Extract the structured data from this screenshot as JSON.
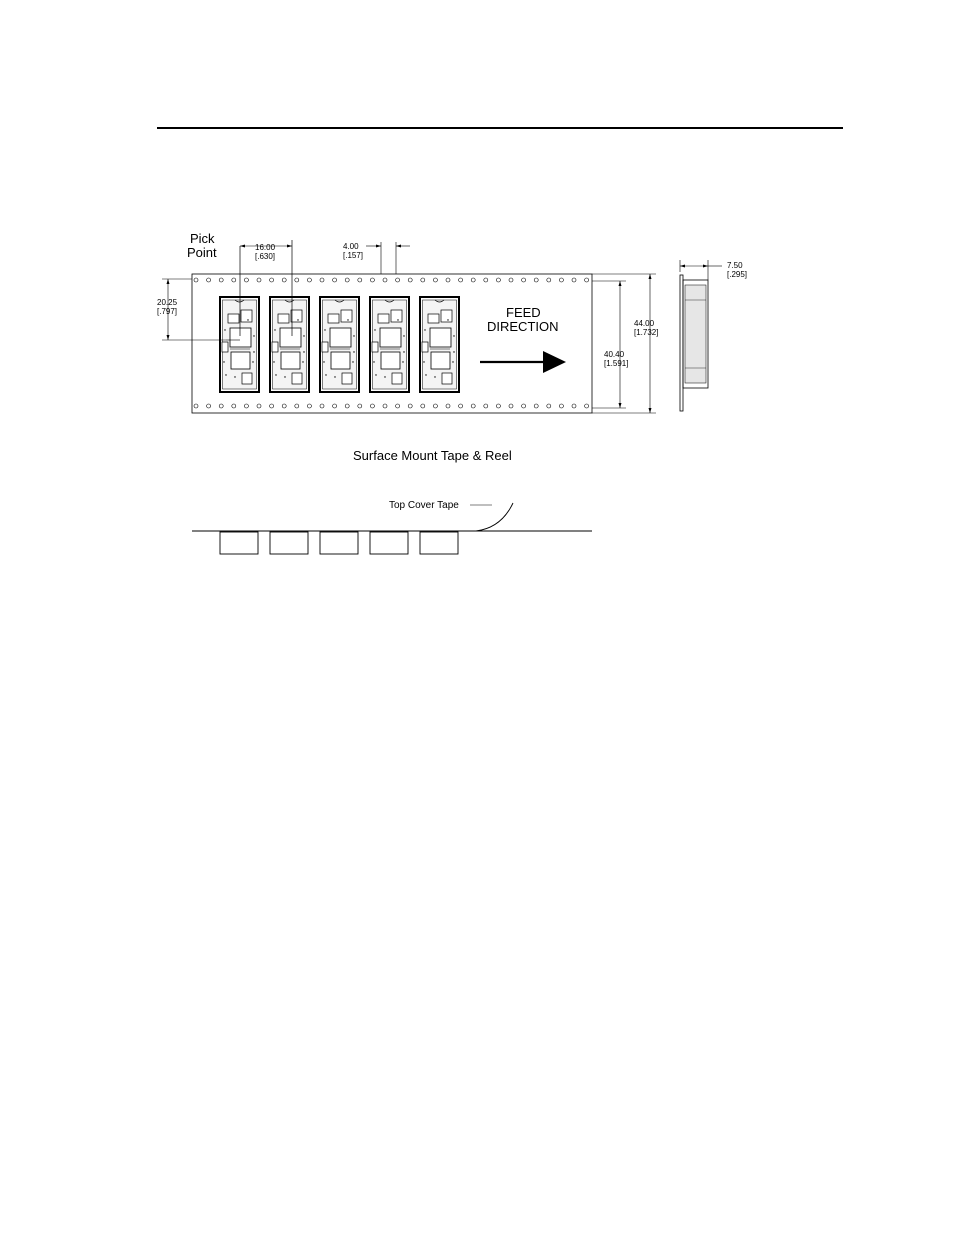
{
  "pick_point": [
    "Pick",
    "Point"
  ],
  "dim_pitch": [
    "16.00",
    "[.630]"
  ],
  "dim_sprocket": [
    "4.00",
    "[.157]"
  ],
  "dim_pick_offset": [
    "20.25",
    "[.797]"
  ],
  "dim_tape_width": [
    "44.00",
    "[1.732]"
  ],
  "dim_pocket_span": [
    "40.40",
    "[1.591]"
  ],
  "dim_thickness": [
    "7.50",
    "[.295]"
  ],
  "feed_direction": [
    "FEED",
    "DIRECTION"
  ],
  "caption": "Surface Mount Tape & Reel",
  "cover_tape_label": "Top Cover Tape",
  "module_count": 5,
  "colors": {
    "ink": "#000000",
    "paper": "#ffffff"
  }
}
